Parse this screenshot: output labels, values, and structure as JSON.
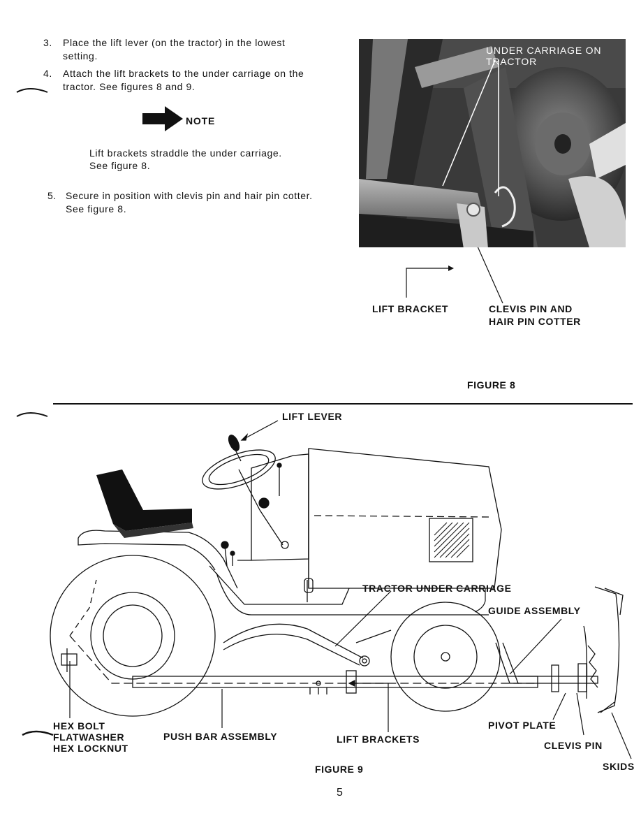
{
  "instructions": {
    "steps": [
      {
        "num": "3.",
        "text": "Place the lift lever (on the tractor) in the lowest setting."
      },
      {
        "num": "4.",
        "text": "Attach the lift brackets to the under carriage on the tractor. See figures 8 and 9."
      }
    ],
    "note": {
      "label": "NOTE",
      "text": "Lift brackets straddle the under carriage. See figure 8."
    },
    "step5": {
      "num": "5.",
      "text": "Secure in position with clevis pin and hair pin cotter. See figure 8."
    }
  },
  "figure8": {
    "photo_caption": "UNDER CARRIAGE ON TRACTOR",
    "label_lift_bracket": "LIFT BRACKET",
    "label_clevis_line1": "CLEVIS PIN AND",
    "label_clevis_line2": "HAIR PIN COTTER",
    "title": "FIGURE 8"
  },
  "figure9": {
    "lift_lever": "LIFT LEVER",
    "tractor_under_carriage": "TRACTOR UNDER CARRIAGE",
    "guide_assembly": "GUIDE ASSEMBLY",
    "hex_bolt": "HEX BOLT",
    "flatwasher": "FLATWASHER",
    "hex_locknut": "HEX LOCKNUT",
    "push_bar_assembly": "PUSH BAR ASSEMBLY",
    "lift_brackets": "LIFT BRACKETS",
    "pivot_plate": "PIVOT PLATE",
    "clevis_pin": "CLEVIS PIN",
    "skids": "SKIDS",
    "title": "FIGURE 9"
  },
  "page_number": "5"
}
